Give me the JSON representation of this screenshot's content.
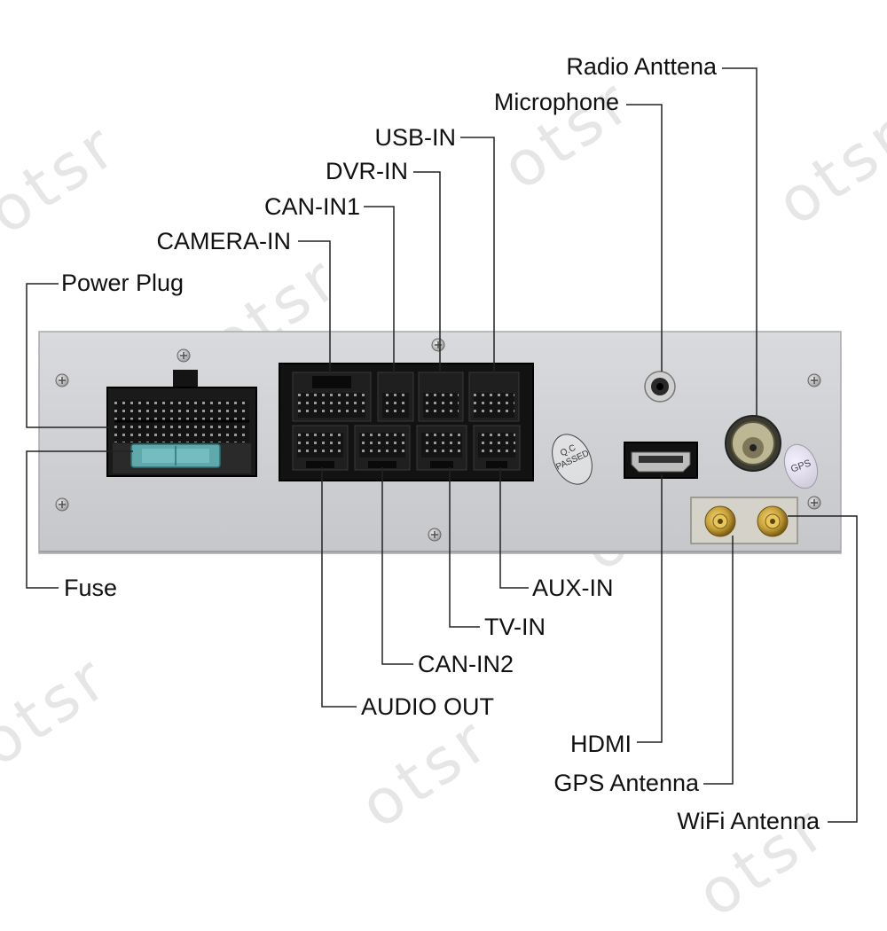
{
  "watermark": {
    "text": "otsr"
  },
  "panel": {
    "qc_line1": "Q.C",
    "qc_line2": "PASSED",
    "gps_sticker": "GPS"
  },
  "labels": {
    "radio_antenna": "Radio Anttena",
    "microphone": "Microphone",
    "usb_in": "USB-IN",
    "dvr_in": "DVR-IN",
    "can_in1": "CAN-IN1",
    "camera_in": "CAMERA-IN",
    "power_plug": "Power Plug",
    "fuse": "Fuse",
    "aux_in": "AUX-IN",
    "tv_in": "TV-IN",
    "can_in2": "CAN-IN2",
    "audio_out": "AUDIO OUT",
    "hdmi": "HDMI",
    "gps_antenna": "GPS Antenna",
    "wifi_antenna": "WiFi Antenna"
  },
  "colors": {
    "panel": "#cfd0d3",
    "connector": "#141414",
    "fuse": "#5fa9ad",
    "gold": "#c8a23a",
    "leader": "#222222"
  }
}
